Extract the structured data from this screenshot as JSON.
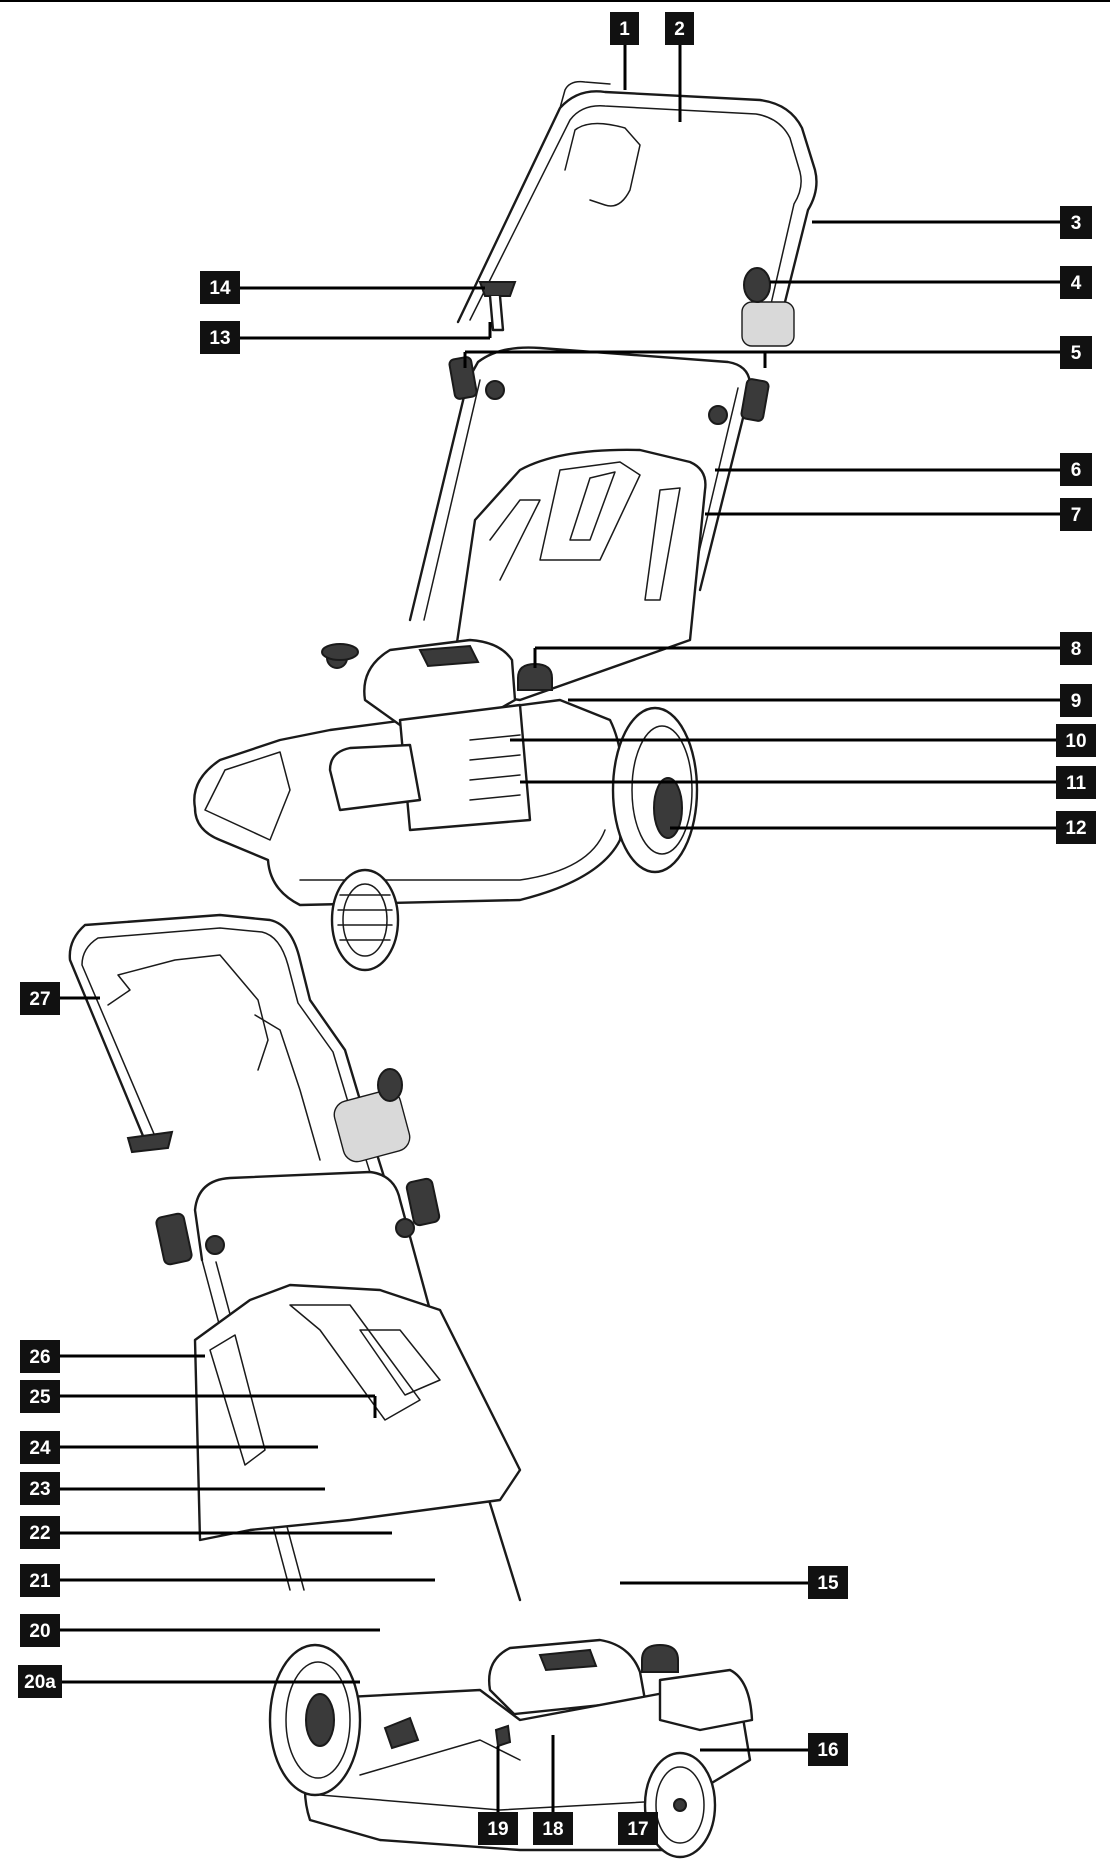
{
  "labels": {
    "l1": "1",
    "l2": "2",
    "l3": "3",
    "l4": "4",
    "l5": "5",
    "l6": "6",
    "l7": "7",
    "l8": "8",
    "l9": "9",
    "l10": "10",
    "l11": "11",
    "l12": "12",
    "l13": "13",
    "l14": "14",
    "l15": "15",
    "l16": "16",
    "l17": "17",
    "l18": "18",
    "l19": "19",
    "l20": "20",
    "l20a": "20a",
    "l21": "21",
    "l22": "22",
    "l23": "23",
    "l24": "24",
    "l25": "25",
    "l26": "26",
    "l27": "27"
  },
  "colors": {
    "tag_bg": "#111111",
    "tag_text": "#ffffff",
    "line": "#000000",
    "drawing": "#1a1a1a"
  }
}
